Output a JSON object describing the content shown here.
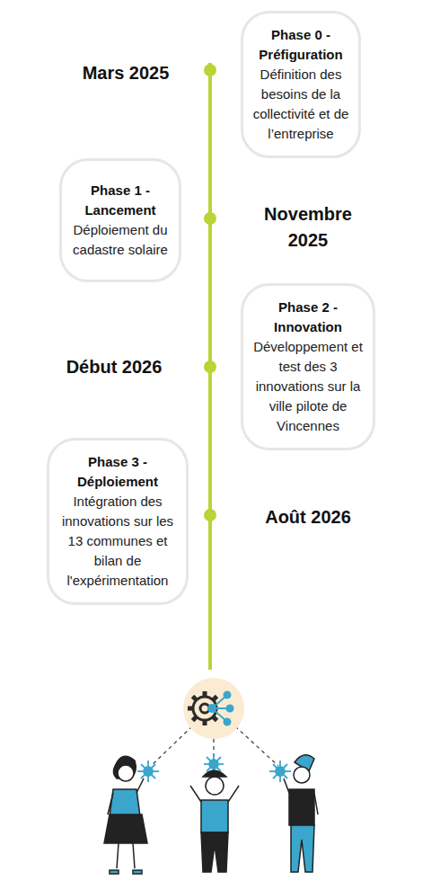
{
  "diagram": {
    "nodes": [
      {
        "text": [
          "Phase 0 - Préfiguration",
          "Définition des besoins de la collectivité et de l’entreprise"
        ]
      },
      {
        "text": [
          "Phase 1 - Lancement",
          "Déploiement du cadastre solaire"
        ]
      },
      {
        "text": [
          "Phase 2 - Innovation",
          "Développement et test des 3 innovations sur la ville pilote de Vincennes"
        ]
      },
      {
        "text": [
          "Phase 3 - Déploiement",
          "Intégration des innovations sur les 13 communes et bilan de l'expérimentation"
        ]
      }
    ],
    "labels": [
      "Mars 2025",
      "Novembre 2025",
      "Début 2026",
      "Août 2026"
    ]
  }
}
